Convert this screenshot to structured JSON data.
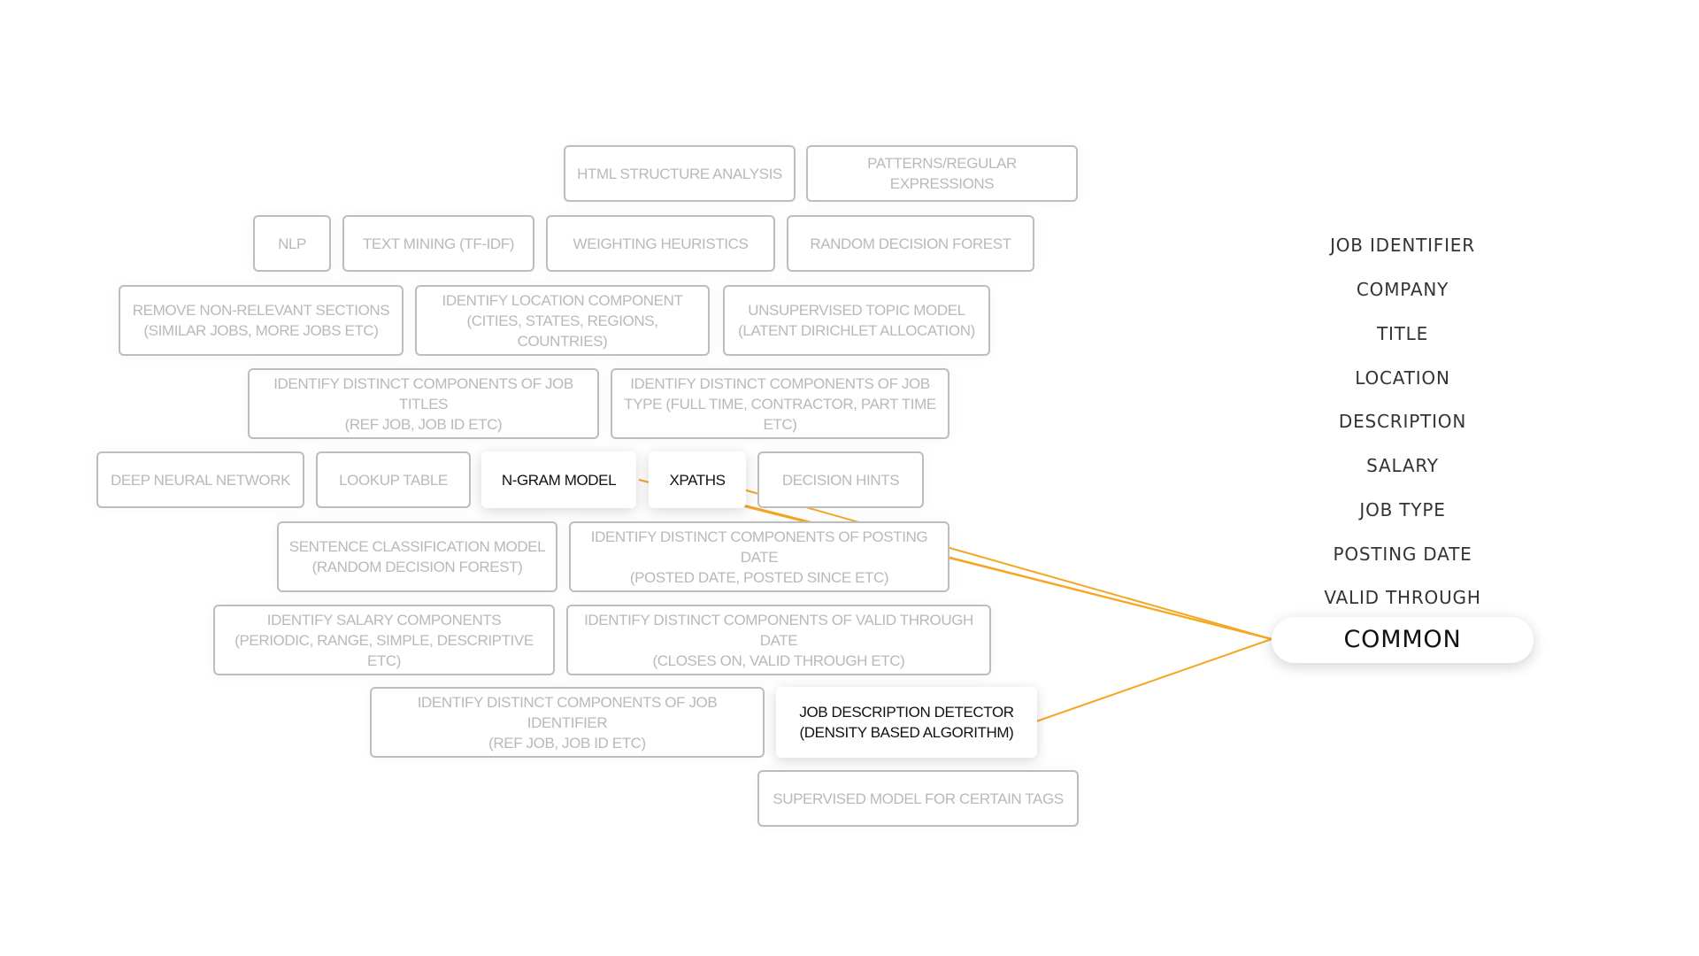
{
  "accent_color": "#f5a623",
  "techniques": [
    {
      "label": "HTML STRUCTURE ANALYSIS",
      "active": false
    },
    {
      "label": "PATTERNS/REGULAR EXPRESSIONS",
      "active": false
    },
    {
      "label": "NLP",
      "active": false
    },
    {
      "label": "TEXT MINING (TF-IDF)",
      "active": false
    },
    {
      "label": "WEIGHTING HEURISTICS",
      "active": false
    },
    {
      "label": "RANDOM DECISION FOREST",
      "active": false
    },
    {
      "label": "REMOVE NON-RELEVANT SECTIONS (SIMILAR JOBS, MORE JOBS ETC)",
      "active": false
    },
    {
      "label": "IDENTIFY LOCATION COMPONENT\n(CITIES, STATES, REGIONS, COUNTRIES)",
      "active": false
    },
    {
      "label": "UNSUPERVISED TOPIC MODEL\n(LATENT DIRICHLET ALLOCATION)",
      "active": false
    },
    {
      "label": "IDENTIFY DISTINCT COMPONENTS OF JOB TITLES\n(REF JOB, JOB ID ETC)",
      "active": false
    },
    {
      "label": "IDENTIFY DISTINCT COMPONENTS OF JOB TYPE (FULL TIME, CONTRACTOR, PART TIME ETC)",
      "active": false
    },
    {
      "label": "DEEP NEURAL NETWORK",
      "active": false
    },
    {
      "label": "LOOKUP TABLE",
      "active": false
    },
    {
      "label": "N-GRAM MODEL",
      "active": true
    },
    {
      "label": "XPATHS",
      "active": true
    },
    {
      "label": "DECISION HINTS",
      "active": false
    },
    {
      "label": "SENTENCE CLASSIFICATION MODEL\n(RANDOM DECISION FOREST)",
      "active": false
    },
    {
      "label": "IDENTIFY DISTINCT COMPONENTS OF POSTING DATE\n(POSTED DATE, POSTED SINCE ETC)",
      "active": false
    },
    {
      "label": "IDENTIFY SALARY COMPONENTS\n(PERIODIC, RANGE, SIMPLE, DESCRIPTIVE ETC)",
      "active": false
    },
    {
      "label": "IDENTIFY DISTINCT COMPONENTS OF VALID THROUGH DATE\n(CLOSES ON, VALID THROUGH ETC)",
      "active": false
    },
    {
      "label": "IDENTIFY DISTINCT COMPONENTS OF JOB IDENTIFIER\n(REF JOB, JOB ID ETC)",
      "active": false
    },
    {
      "label": "JOB DESCRIPTION DETECTOR\n(DENSITY BASED ALGORITHM)",
      "active": true
    },
    {
      "label": "SUPERVISED MODEL FOR CERTAIN TAGS",
      "active": false
    }
  ],
  "tags": [
    {
      "label": "JOB IDENTIFIER",
      "selected": false
    },
    {
      "label": "COMPANY",
      "selected": false
    },
    {
      "label": "TITLE",
      "selected": false
    },
    {
      "label": "LOCATION",
      "selected": false
    },
    {
      "label": "DESCRIPTION",
      "selected": false
    },
    {
      "label": "SALARY",
      "selected": false
    },
    {
      "label": "JOB TYPE",
      "selected": false
    },
    {
      "label": "POSTING DATE",
      "selected": false
    },
    {
      "label": "VALID THROUGH",
      "selected": false
    },
    {
      "label": "COMMON",
      "selected": true
    }
  ]
}
